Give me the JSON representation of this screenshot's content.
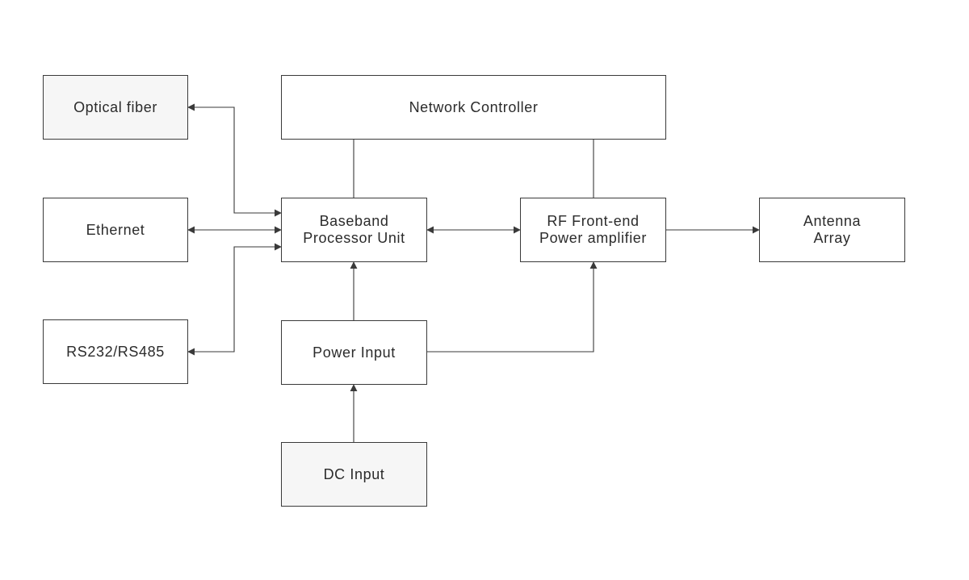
{
  "colors": {
    "stroke": "#3a3a3a",
    "text": "#2b2b2b",
    "fill": "#ffffff",
    "fill_shaded": "#f6f6f6"
  },
  "nodes": {
    "optical_fiber": {
      "label": "Optical fiber"
    },
    "ethernet": {
      "label": "Ethernet"
    },
    "rs232": {
      "label": "RS232/RS485"
    },
    "network_controller": {
      "label": "Network Controller"
    },
    "baseband": {
      "line1": "Baseband",
      "line2": "Processor Unit"
    },
    "rf_frontend": {
      "line1": "RF Front-end",
      "line2": "Power amplifier"
    },
    "antenna": {
      "line1": "Antenna",
      "line2": "Array"
    },
    "power_input": {
      "label": "Power Input"
    },
    "dc_input": {
      "label": "DC Input"
    }
  }
}
